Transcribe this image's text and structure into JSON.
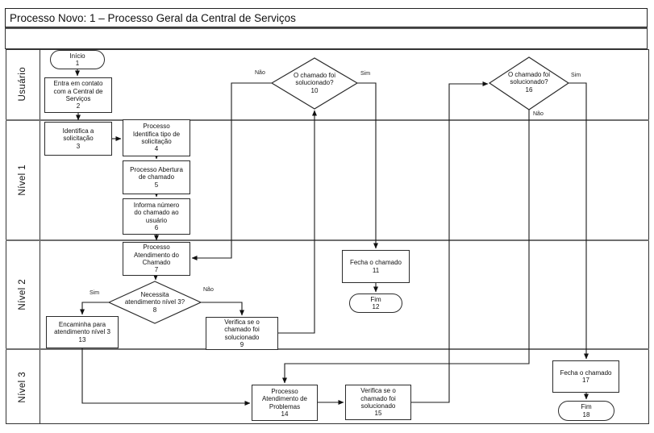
{
  "title": "Processo Novo: 1 – Processo Geral da Central de Serviços",
  "lanes": [
    {
      "label": "Usuário"
    },
    {
      "label": "Nível 1"
    },
    {
      "label": "Nível 2"
    },
    {
      "label": "Nível 3"
    }
  ],
  "nodes": {
    "n1": {
      "label": "Início",
      "num": "1",
      "shape": "terminator"
    },
    "n2": {
      "label": "Entra em contato\ncom a Central de\nServiços",
      "num": "2",
      "shape": "process"
    },
    "n3": {
      "label": "Identifica a\nsolicitação",
      "num": "3",
      "shape": "process"
    },
    "n4": {
      "label": "Processo\nIdentifica tipo de\nsolicitação",
      "num": "4",
      "shape": "process"
    },
    "n5": {
      "label": "Processo Abertura\nde chamado",
      "num": "5",
      "shape": "process"
    },
    "n6": {
      "label": "Informa número\ndo chamado ao\nusuário",
      "num": "6",
      "shape": "process"
    },
    "n7": {
      "label": "Processo\nAtendimento do\nChamado",
      "num": "7",
      "shape": "process"
    },
    "n8": {
      "label": "Necessita\natendimento nível 3?",
      "num": "8",
      "shape": "decision"
    },
    "n9": {
      "label": "Verifica se o\nchamado foi\nsolucionado",
      "num": "9",
      "shape": "process"
    },
    "n10": {
      "label": "O chamado foi\nsolucionado?",
      "num": "10",
      "shape": "decision"
    },
    "n11": {
      "label": "Fecha o chamado",
      "num": "11",
      "shape": "process"
    },
    "n12": {
      "label": "Fim",
      "num": "12",
      "shape": "terminator"
    },
    "n13": {
      "label": "Encaminha para\natendimento nível 3",
      "num": "13",
      "shape": "process"
    },
    "n14": {
      "label": "Processo\nAtendimento de\nProblemas",
      "num": "14",
      "shape": "process"
    },
    "n15": {
      "label": "Verifica se o\nchamado foi\nsolucionado",
      "num": "15",
      "shape": "process"
    },
    "n16": {
      "label": "O chamado foi\nsolucionado?",
      "num": "16",
      "shape": "decision"
    },
    "n17": {
      "label": "Fecha o chamado",
      "num": "17",
      "shape": "process"
    },
    "n18": {
      "label": "Fim",
      "num": "18",
      "shape": "terminator"
    }
  },
  "edge_labels": {
    "d8_sim": "Sim",
    "d8_nao": "Não",
    "d10_nao": "Não",
    "d10_sim": "Sim",
    "d16_sim": "Sim",
    "d16_nao": "Não"
  },
  "colors": {
    "line": "#1a1a1a",
    "lane_divider": "#707070",
    "background": "#ffffff"
  }
}
